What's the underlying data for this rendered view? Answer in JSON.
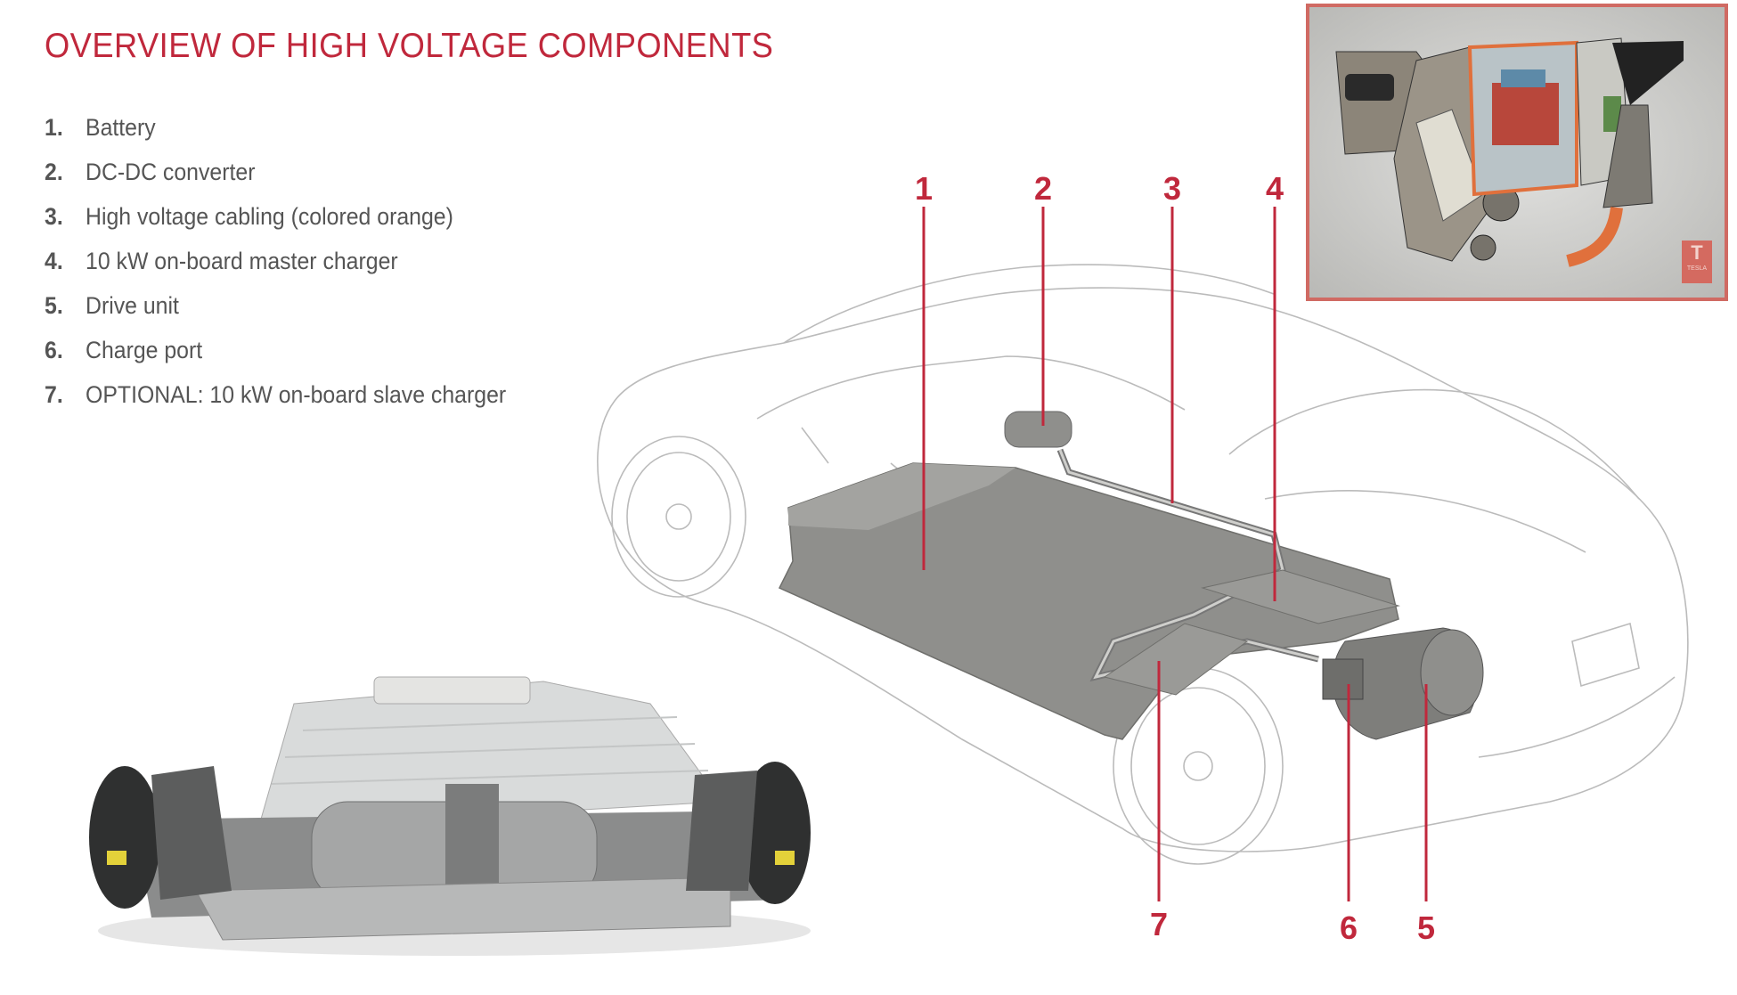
{
  "title": "OVERVIEW OF HIGH VOLTAGE COMPONENTS",
  "components": [
    {
      "num": "1.",
      "label": "Battery"
    },
    {
      "num": "2.",
      "label": "DC-DC converter"
    },
    {
      "num": "3.",
      "label": "High voltage cabling (colored orange)"
    },
    {
      "num": "4.",
      "label": "10 kW on-board master charger"
    },
    {
      "num": "5.",
      "label": "Drive unit"
    },
    {
      "num": "6.",
      "label": "Charge port"
    },
    {
      "num": "7.",
      "label": "OPTIONAL: 10 kW on-board slave charger"
    }
  ],
  "callouts": [
    "1",
    "2",
    "3",
    "4",
    "5",
    "6",
    "7"
  ],
  "inset": {
    "logo_text": "TESLA",
    "logo_mark": "T"
  },
  "colors": {
    "accent": "#c0283c",
    "component_gray": "#8f8f8c",
    "inset_border": "#d06a63",
    "cable_orange": "#e0703c"
  }
}
